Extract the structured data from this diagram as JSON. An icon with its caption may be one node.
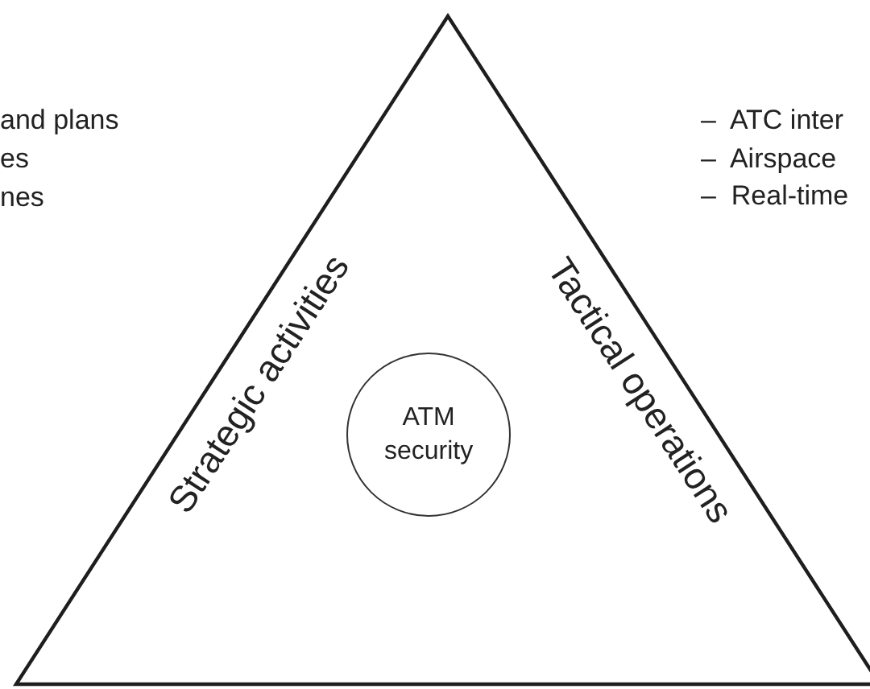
{
  "diagram": {
    "nodes": [
      {
        "text": [
          "Strategic activities",
          "Tactical operations"
        ]
      },
      {
        "text": [
          "ATM security"
        ],
        "in": 0
      }
    ],
    "labels": [
      "and plans",
      "es",
      "nes",
      "–  ATC inter",
      "–  Airspace",
      "–  Real-time"
    ]
  }
}
